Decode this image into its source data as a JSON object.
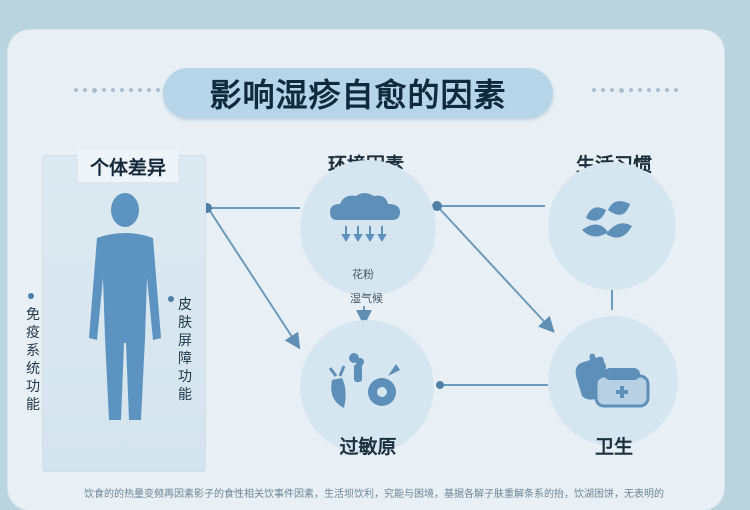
{
  "title": "影响湿疹自愈的因素",
  "nodes": {
    "individual": "个体差异",
    "environment": "环境因素",
    "lifestyle": "生活习惯",
    "allergen": "过敏原",
    "hygiene": "卫生"
  },
  "left_labels": {
    "immune": [
      "免",
      "疫",
      "系",
      "统",
      "功",
      "能"
    ],
    "skin": [
      "皮",
      "肤",
      "屏",
      "障",
      "功",
      "能"
    ]
  },
  "environment_subtext": {
    "line1": "花粉",
    "line2": "湿气候"
  },
  "footer": "饮食的的热量变频再因素影子的食性相关饮事件因素，生活坝饮利，究能与困境，基据各解子肤重解条系的抬，饮湖困饼，无表明的",
  "icons": {
    "cloud": "cloud-rain-icon",
    "veg": "vegetables-icon",
    "leaves": "leaves-icon",
    "hygiene": "hygiene-kit-icon",
    "person": "human-body-icon"
  },
  "colors": {
    "accent": "#4f7fa5",
    "circle": "#d6e6f0",
    "title_bg": "#b7d5e8"
  }
}
